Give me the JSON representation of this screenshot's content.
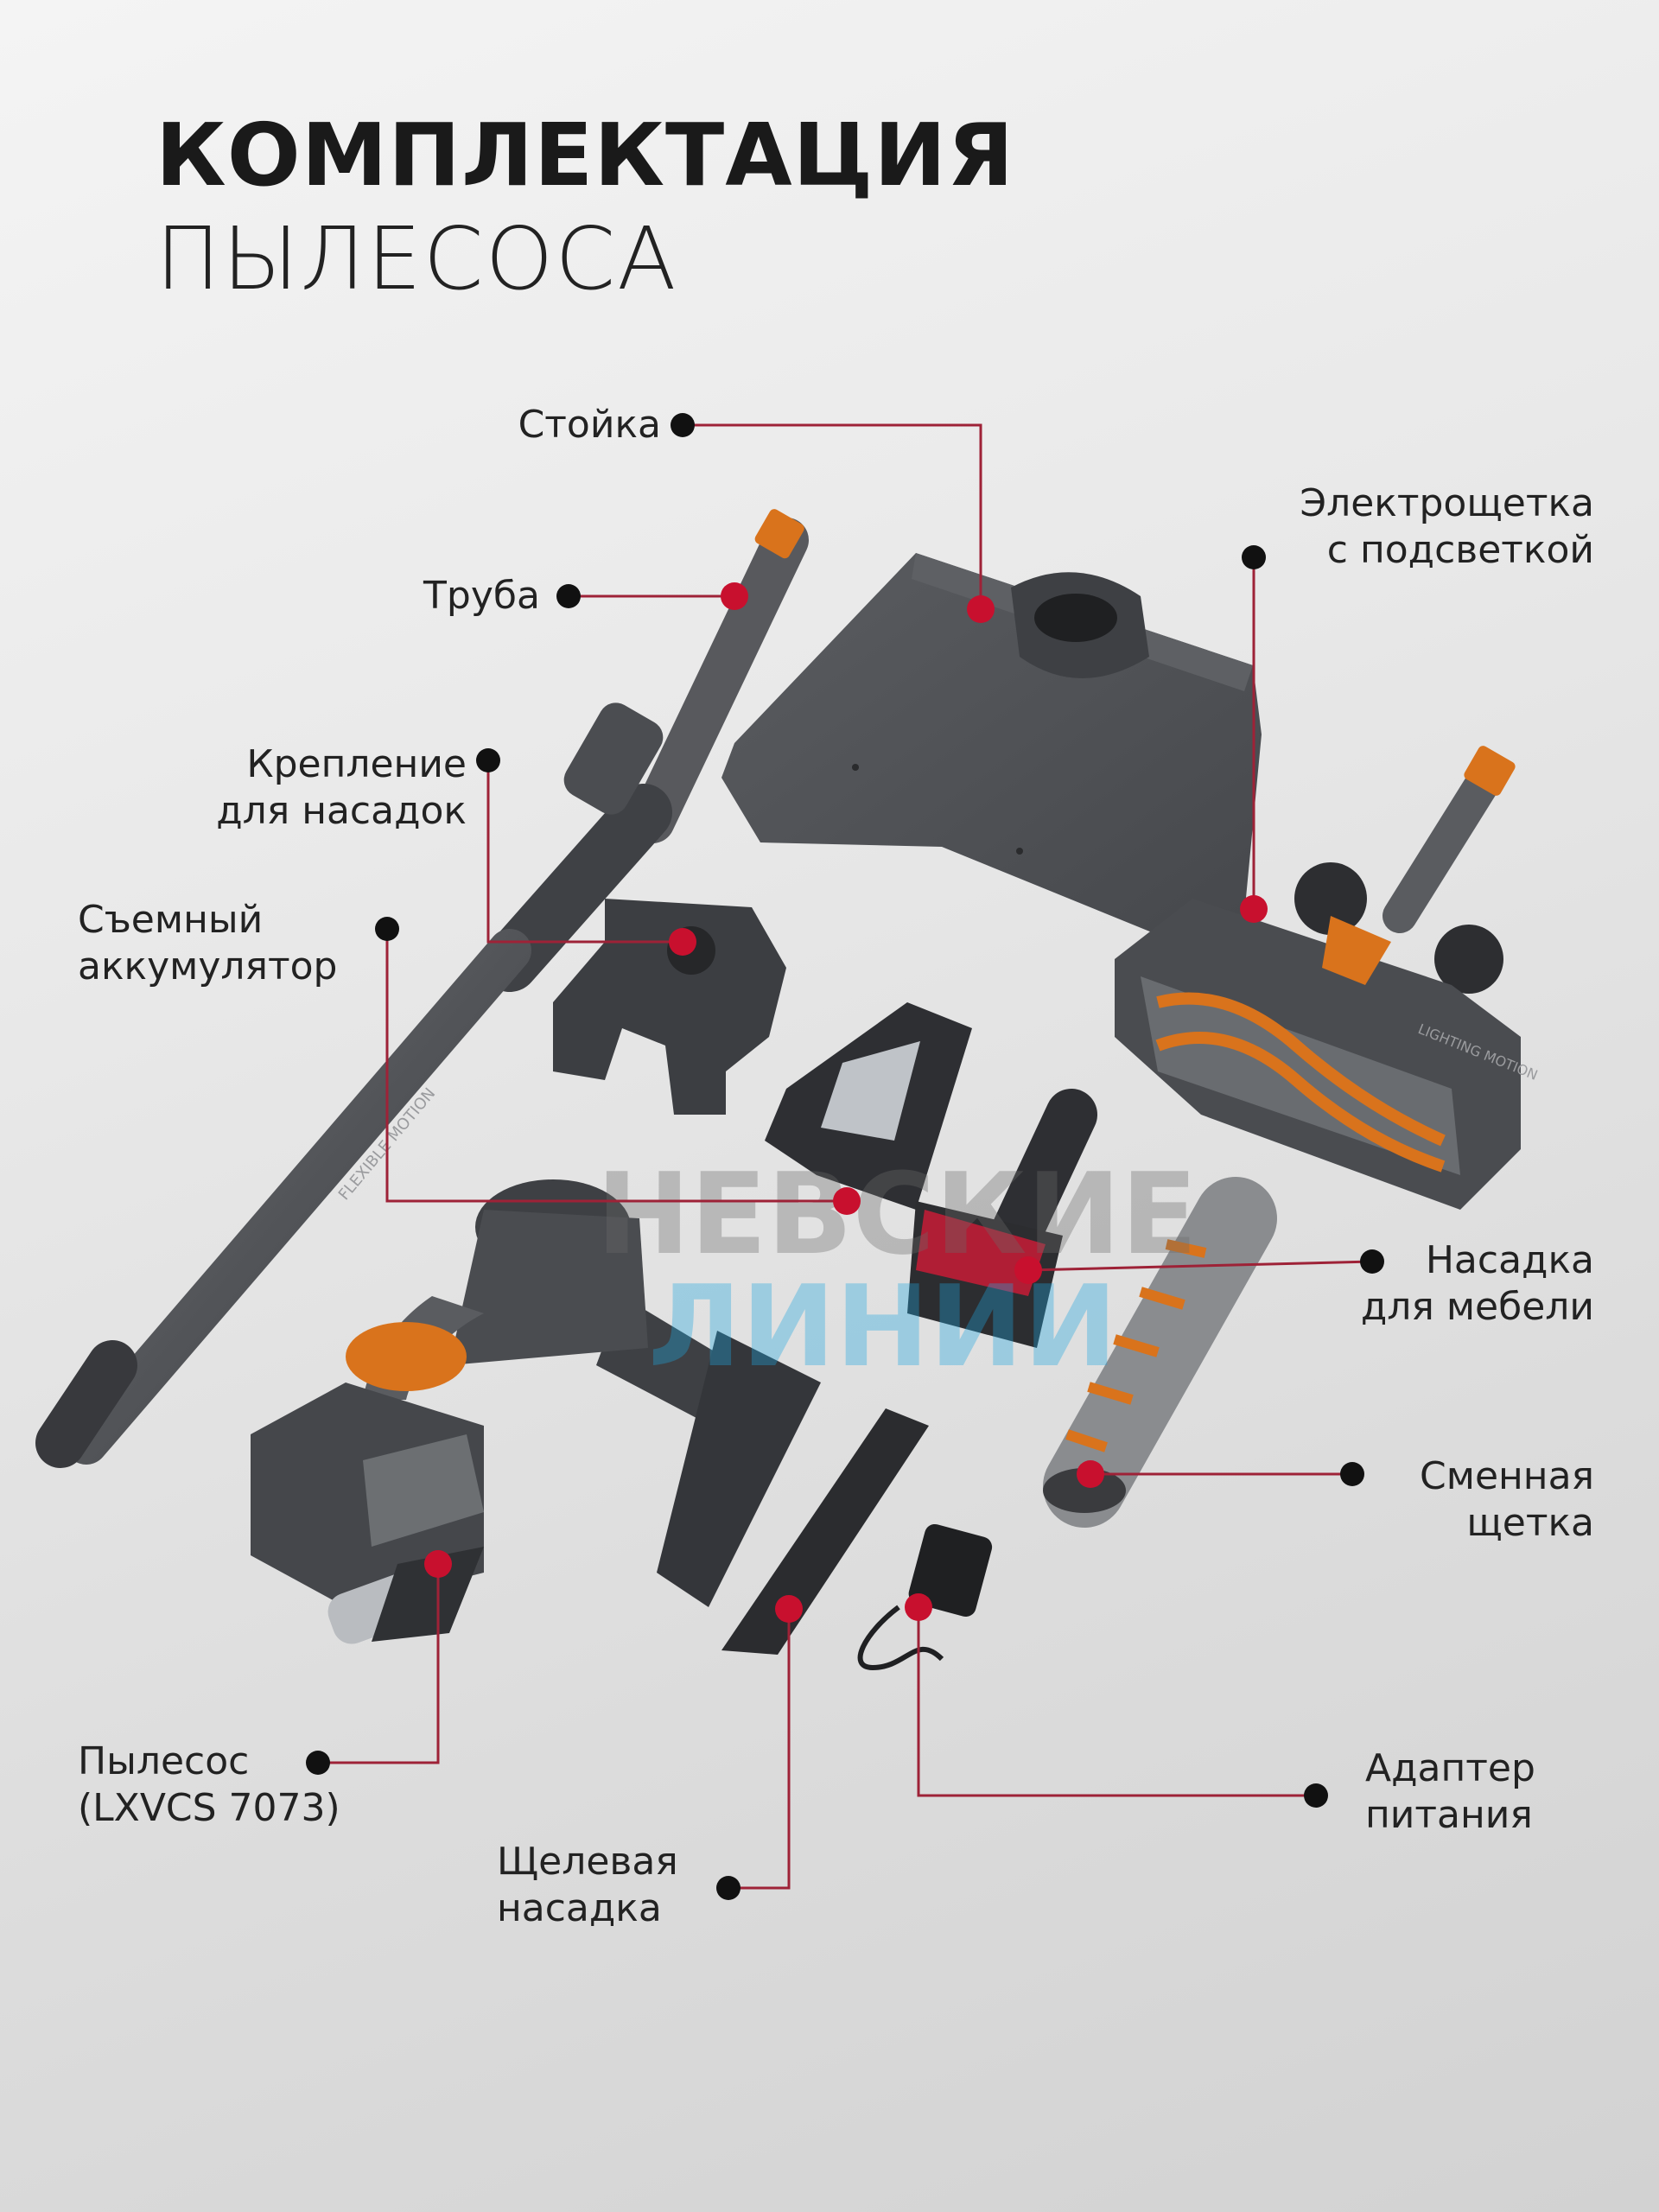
{
  "title": {
    "line1": "КОМПЛЕКТАЦИЯ",
    "line2": "ПЫЛЕСОСА"
  },
  "labels": {
    "stand": "Стойка",
    "tube": "Труба",
    "holder": [
      "Крепление",
      "для насадок"
    ],
    "battery": [
      "Съемный",
      "аккумулятор"
    ],
    "electrobrush": [
      "Электрощетка",
      "с подсветкой"
    ],
    "furniture": [
      "Насадка",
      "для мебели"
    ],
    "spare_brush": [
      "Сменная",
      "щетка"
    ],
    "vacuum": [
      "Пылесос",
      "(LXVCS 7073)"
    ],
    "adapter": [
      "Адаптер",
      "питания"
    ],
    "crevice": [
      "Щелевая",
      "насадка"
    ]
  },
  "watermark": {
    "line1": "НЕВСКИЕ",
    "line2": "ЛИНИИ"
  },
  "product_text": {
    "tube_print": "FLEXIBLE MOTION",
    "brush_print": "LIGHTING MOTION"
  },
  "colors": {
    "leader_line": "#9e2237",
    "accent_dot": "#c8102e",
    "bullet": "#111111",
    "product_dark": "#4a4c50",
    "product_orange": "#d9731c"
  }
}
